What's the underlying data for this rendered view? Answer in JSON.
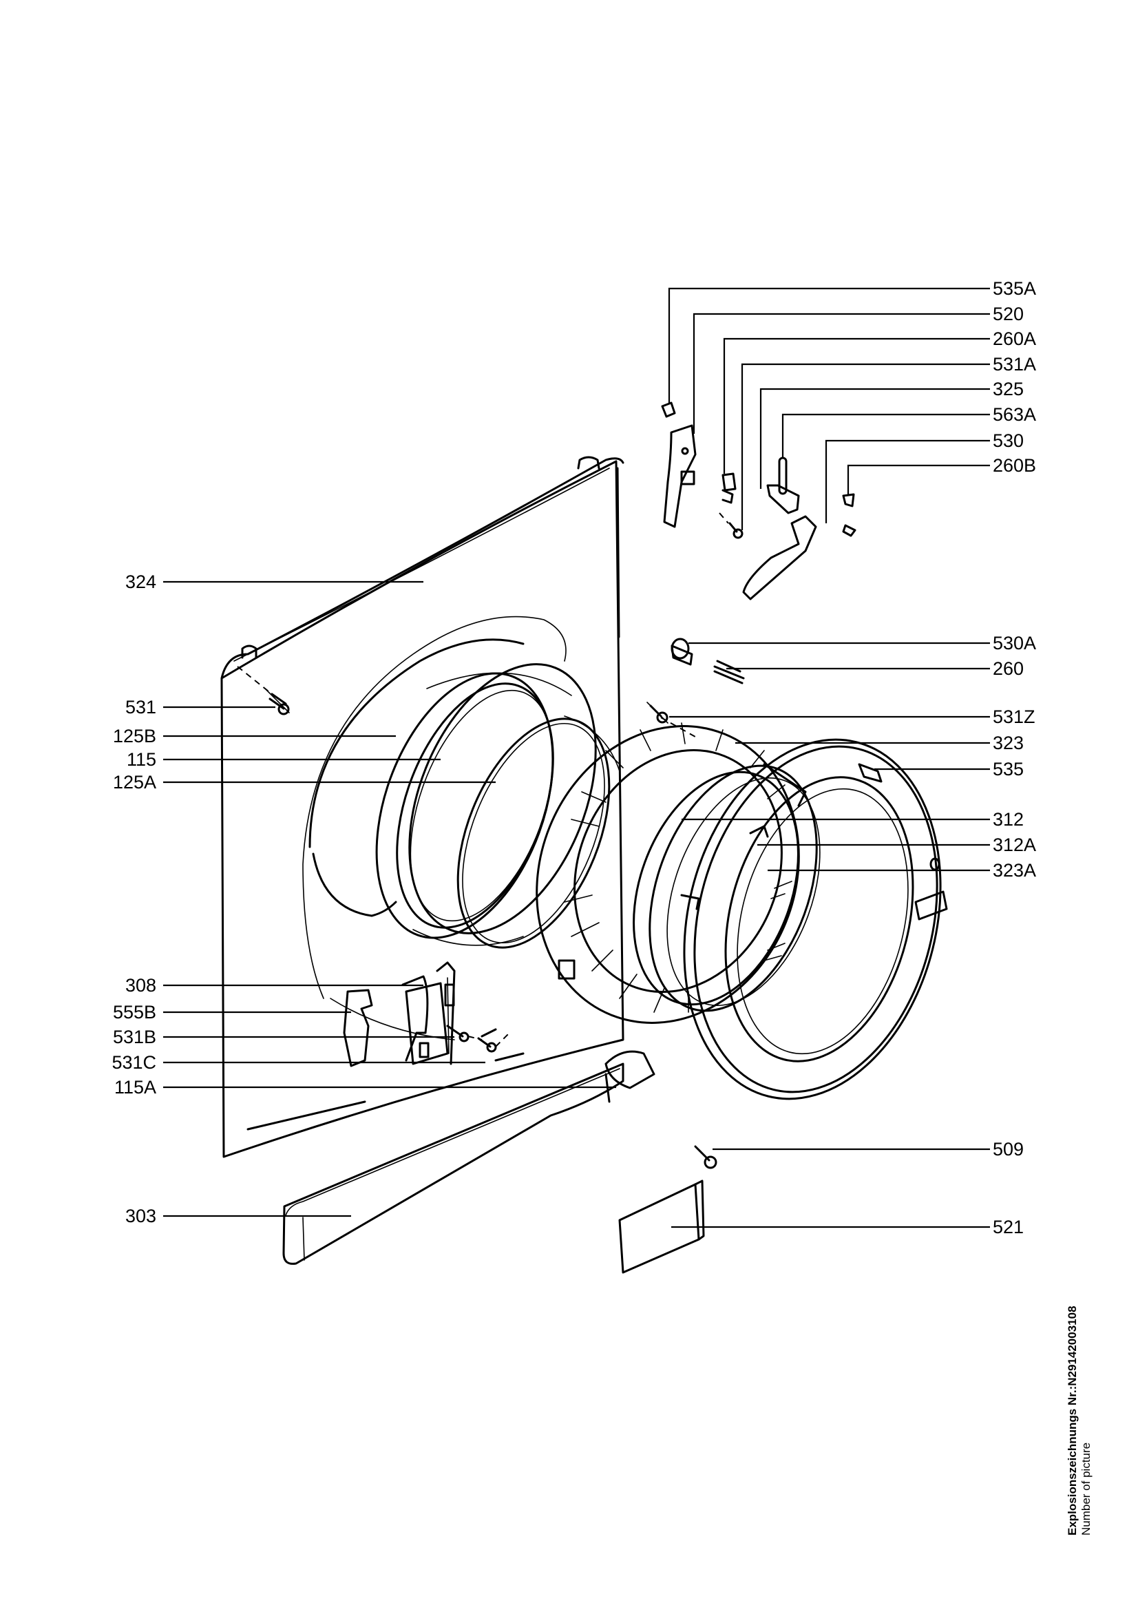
{
  "diagram": {
    "type": "exploded-parts-view",
    "labels_right": [
      "535A",
      "520",
      "260A",
      "531A",
      "325",
      "563A",
      "530",
      "260B",
      "530A",
      "260",
      "531Z",
      "323",
      "535",
      "312",
      "312A",
      "323A",
      "509",
      "521"
    ],
    "labels_left": [
      "324",
      "531",
      "125B",
      "115",
      "125A",
      "308",
      "555B",
      "531B",
      "531C",
      "115A",
      "303"
    ]
  },
  "caption": {
    "line1": "Explosionszeichnungs Nr.:N29142003108",
    "line2": "Number of picture"
  }
}
